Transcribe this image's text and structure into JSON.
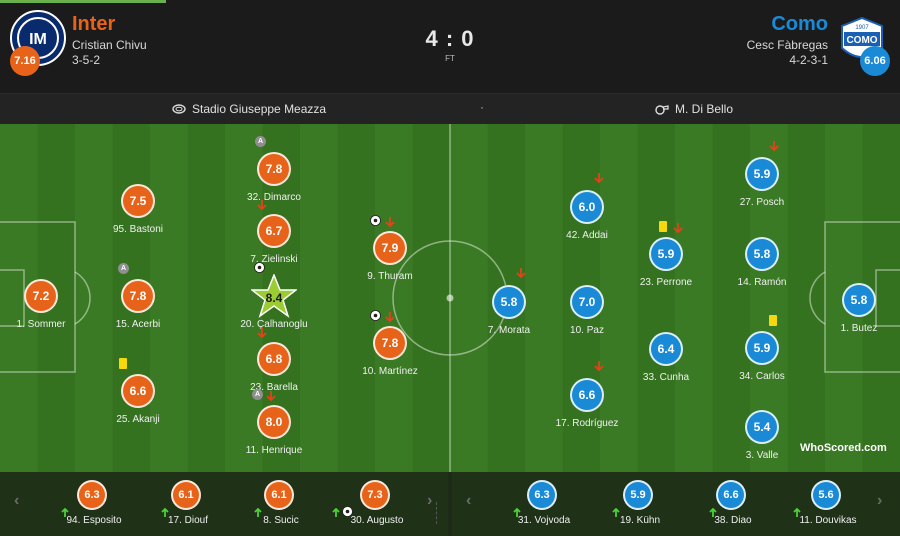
{
  "colors": {
    "home": "#e8631a",
    "away": "#1a8ad6",
    "pitch_a": "#3b7a25",
    "pitch_b": "#357220",
    "card": "#f5d90a",
    "sub_arrow": "#4cd137",
    "sub_off_arrow": "#e84118"
  },
  "home": {
    "name": "Inter",
    "coach": "Cristian Chivu",
    "formation": "3-5-2",
    "rating": "7.16"
  },
  "away": {
    "name": "Como",
    "coach": "Cesc Fàbregas",
    "formation": "4-2-3-1",
    "rating": "6.06",
    "crest_text": "COMO",
    "crest_year": "1907"
  },
  "score": "4 : 0",
  "status": "FT",
  "stadium": "Stadio Giuseppe Meazza",
  "separator": "·",
  "referee": "M. Di Bello",
  "brand": "WhoScored.com",
  "icons": [
    "stadium-icon",
    "whistle-icon",
    "arrow-down-icon",
    "yellow-card-icon",
    "captain-icon",
    "goal-ball-icon",
    "star-icon",
    "sub-on-arrow-icon",
    "chevron-left-icon",
    "chevron-right-icon"
  ],
  "home_players": [
    {
      "rating": "7.2",
      "name": "1. Sommer"
    },
    {
      "rating": "7.5",
      "name": "95. Bastoni"
    },
    {
      "rating": "7.8",
      "name": "15. Acerbi",
      "captain": true
    },
    {
      "rating": "6.6",
      "name": "25. Akanji",
      "yellow_card": true
    },
    {
      "rating": "7.8",
      "name": "32. Dimarco",
      "captain": true
    },
    {
      "rating": "6.7",
      "name": "7. Zielinski",
      "subbed_off": true
    },
    {
      "rating": "8.4",
      "name": "20. Çalhanoglu",
      "goal": true,
      "man_of_match": true
    },
    {
      "rating": "6.8",
      "name": "23. Barella",
      "subbed_off": true
    },
    {
      "rating": "8.0",
      "name": "11. Henrique",
      "captain": true,
      "subbed_off": true
    },
    {
      "rating": "7.9",
      "name": "9. Thuram",
      "goal": true,
      "subbed_off": true
    },
    {
      "rating": "7.8",
      "name": "10. Martínez",
      "goal": true,
      "subbed_off": true
    }
  ],
  "away_players": [
    {
      "rating": "5.8",
      "name": "7. Morata",
      "subbed_off": true
    },
    {
      "rating": "6.0",
      "name": "42. Addai",
      "subbed_off": true
    },
    {
      "rating": "7.0",
      "name": "10. Paz"
    },
    {
      "rating": "6.6",
      "name": "17. Rodríguez",
      "subbed_off": true
    },
    {
      "rating": "5.9",
      "name": "23. Perrone",
      "yellow_card": true,
      "subbed_off": true
    },
    {
      "rating": "6.4",
      "name": "33. Cunha"
    },
    {
      "rating": "5.9",
      "name": "27. Posch",
      "subbed_off": true
    },
    {
      "rating": "5.8",
      "name": "14. Ramón"
    },
    {
      "rating": "5.9",
      "name": "34. Carlos",
      "yellow_card": true
    },
    {
      "rating": "5.4",
      "name": "3. Valle"
    },
    {
      "rating": "5.8",
      "name": "1. Butez"
    }
  ],
  "home_subs": [
    {
      "rating": "6.3",
      "name": "94. Esposito"
    },
    {
      "rating": "6.1",
      "name": "17. Diouf"
    },
    {
      "rating": "6.1",
      "name": "8. Sucic"
    },
    {
      "rating": "7.3",
      "name": "30. Augusto",
      "goal": true
    }
  ],
  "away_subs": [
    {
      "rating": "6.3",
      "name": "31. Vojvoda"
    },
    {
      "rating": "5.9",
      "name": "19. Kühn"
    },
    {
      "rating": "6.6",
      "name": "38. Diao"
    },
    {
      "rating": "5.6",
      "name": "11. Douvikas"
    }
  ]
}
